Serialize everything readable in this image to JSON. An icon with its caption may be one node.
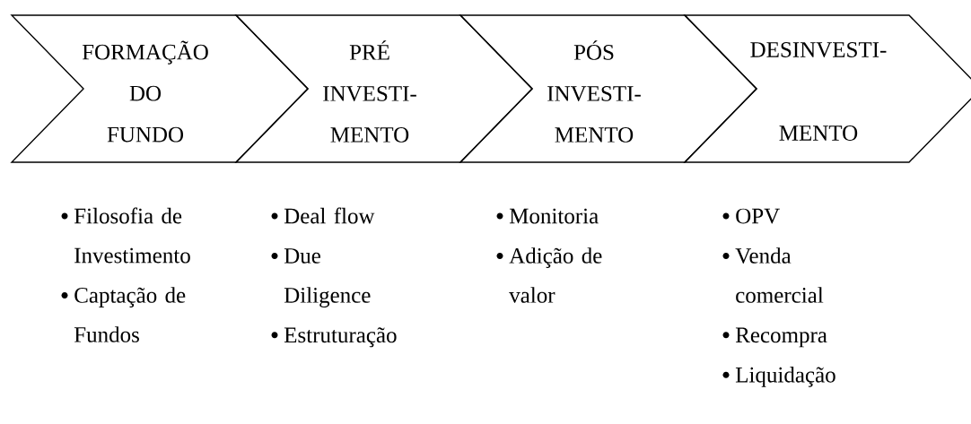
{
  "diagram": {
    "nodes": [
      {
        "text": [
          "FORMAÇÃO DO FUNDO"
        ],
        "beside": [
          "Filosofia de Investimento",
          "Captação de Fundos"
        ]
      },
      {
        "text": [
          "PRÉ INVESTI- MENTO"
        ],
        "beside": [
          "Deal flow",
          "Due Diligence",
          "Estruturação"
        ]
      },
      {
        "text": [
          "PÓS INVESTI- MENTO"
        ],
        "beside": [
          "Monitoria",
          "Adição de valor"
        ]
      },
      {
        "text": [
          "DESINVESTI- MENTO"
        ],
        "beside": [
          "OPV",
          "Venda comercial",
          "Recompra",
          "Liquidação"
        ]
      }
    ]
  }
}
